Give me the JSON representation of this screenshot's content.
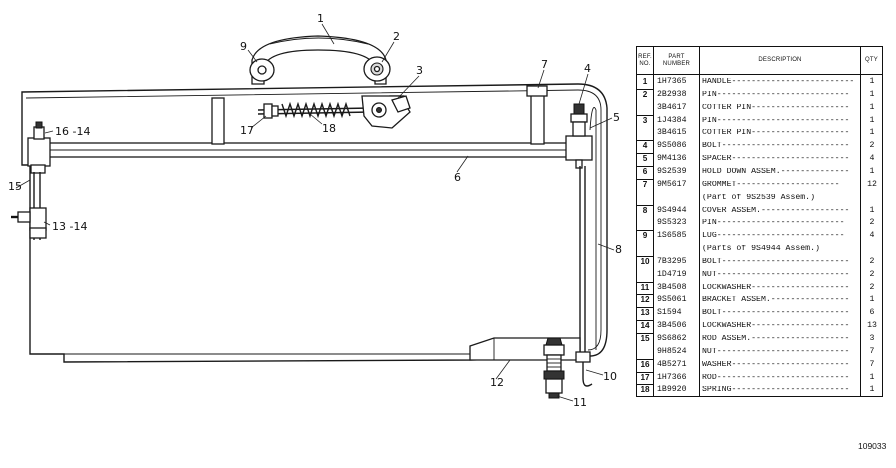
{
  "callouts": {
    "c1": "1",
    "c2": "2",
    "c3": "3",
    "c4": "4",
    "c5": "5",
    "c6": "6",
    "c7": "7",
    "c8": "8",
    "c9": "9",
    "c10": "10",
    "c11": "11",
    "c12": "12",
    "c13": "13 -14",
    "c15": "15",
    "c16": "16 -14",
    "c17": "17",
    "c18": "18"
  },
  "table": {
    "head_ref": "REF. NO.",
    "head_part": "PART NUMBER",
    "head_desc": "DESCRIPTION",
    "head_qty": "QTY",
    "rows": [
      {
        "ref": "1",
        "part": "1H7365",
        "desc": "HANDLE-------------------------",
        "qty": "1"
      },
      {
        "ref": "2",
        "part": "2B2938",
        "desc": "PIN---------------------------",
        "qty": "1"
      },
      {
        "ref": "",
        "part": "3B4617",
        "desc": "COTTER PIN--------------------",
        "qty": "1"
      },
      {
        "ref": "3",
        "part": "1J4384",
        "desc": "PIN---------------------------",
        "qty": "1"
      },
      {
        "ref": "",
        "part": "3B4615",
        "desc": "COTTER PIN--------------------",
        "qty": "1"
      },
      {
        "ref": "4",
        "part": "9S5086",
        "desc": "BOLT--------------------------",
        "qty": "2"
      },
      {
        "ref": "5",
        "part": "9M4136",
        "desc": "SPACER------------------------",
        "qty": "4"
      },
      {
        "ref": "6",
        "part": "9S2539",
        "desc": "HOLD DOWN ASSEM.--------------",
        "qty": "1"
      },
      {
        "ref": "7",
        "part": "9M5617",
        "desc": "  GROMMET---------------------",
        "qty": "12"
      },
      {
        "ref": "",
        "part": "",
        "desc": "     (Part of 9S2539 Assem.)",
        "qty": ""
      },
      {
        "ref": "8",
        "part": "9S4944",
        "desc": "COVER ASSEM.------------------",
        "qty": "1"
      },
      {
        "ref": "",
        "part": "9S5323",
        "desc": "  PIN--------------------------",
        "qty": "2"
      },
      {
        "ref": "9",
        "part": "1S6585",
        "desc": "  LUG--------------------------",
        "qty": "4"
      },
      {
        "ref": "",
        "part": "",
        "desc": "   (Parts of 9S4944 Assem.)",
        "qty": ""
      },
      {
        "ref": "10",
        "part": "7B3295",
        "desc": "BOLT--------------------------",
        "qty": "2"
      },
      {
        "ref": "",
        "part": "1D4719",
        "desc": "NUT---------------------------",
        "qty": "2"
      },
      {
        "ref": "11",
        "part": "3B4508",
        "desc": "LOCKWASHER--------------------",
        "qty": "2"
      },
      {
        "ref": "12",
        "part": "9S5061",
        "desc": "BRACKET ASSEM.----------------",
        "qty": "1"
      },
      {
        "ref": "13",
        "part": "S1594",
        "desc": "BOLT--------------------------",
        "qty": "6"
      },
      {
        "ref": "14",
        "part": "3B4506",
        "desc": "LOCKWASHER--------------------",
        "qty": "13"
      },
      {
        "ref": "15",
        "part": "9S6862",
        "desc": "ROD ASSEM.--------------------",
        "qty": "3"
      },
      {
        "ref": "",
        "part": "9H8524",
        "desc": "NUT---------------------------",
        "qty": "7"
      },
      {
        "ref": "16",
        "part": "4B5271",
        "desc": "WASHER------------------------",
        "qty": "7"
      },
      {
        "ref": "17",
        "part": "1H7366",
        "desc": "ROD---------------------------",
        "qty": "1"
      },
      {
        "ref": "18",
        "part": "1B9920",
        "desc": "SPRING------------------------",
        "qty": "1"
      }
    ]
  },
  "figure_code": "109033"
}
